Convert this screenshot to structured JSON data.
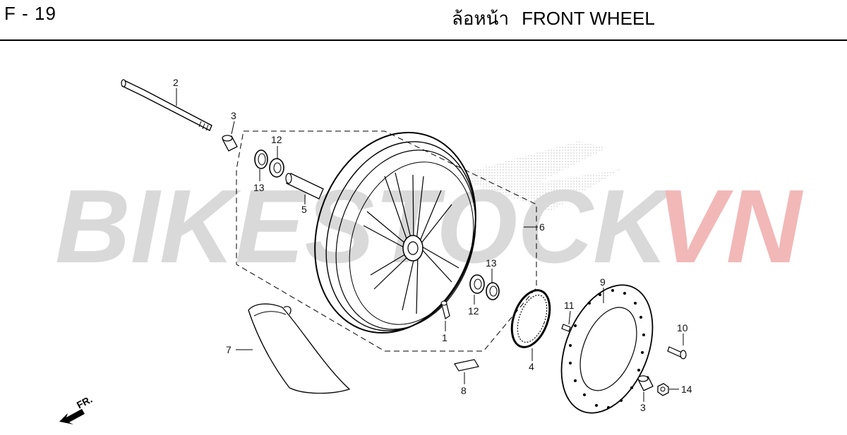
{
  "header": {
    "page_code": "F - 19",
    "title_thai": "ล้อหน้า",
    "title_en": "FRONT WHEEL"
  },
  "watermark": {
    "part_gray": "BIKESTOCK",
    "part_red": "VN",
    "color_gray": "#d9d9d9",
    "color_red": "#f2b8b8"
  },
  "direction": {
    "label": "FR."
  },
  "callouts": [
    {
      "id": "1",
      "text": "1"
    },
    {
      "id": "2",
      "text": "2"
    },
    {
      "id": "3a",
      "text": "3"
    },
    {
      "id": "3b",
      "text": "3"
    },
    {
      "id": "4",
      "text": "4"
    },
    {
      "id": "5",
      "text": "5"
    },
    {
      "id": "6",
      "text": "6"
    },
    {
      "id": "7",
      "text": "7"
    },
    {
      "id": "8",
      "text": "8"
    },
    {
      "id": "9",
      "text": "9"
    },
    {
      "id": "10",
      "text": "10"
    },
    {
      "id": "11",
      "text": "11"
    },
    {
      "id": "12a",
      "text": "12"
    },
    {
      "id": "12b",
      "text": "12"
    },
    {
      "id": "13a",
      "text": "13"
    },
    {
      "id": "13b",
      "text": "13"
    },
    {
      "id": "14",
      "text": "14"
    }
  ]
}
